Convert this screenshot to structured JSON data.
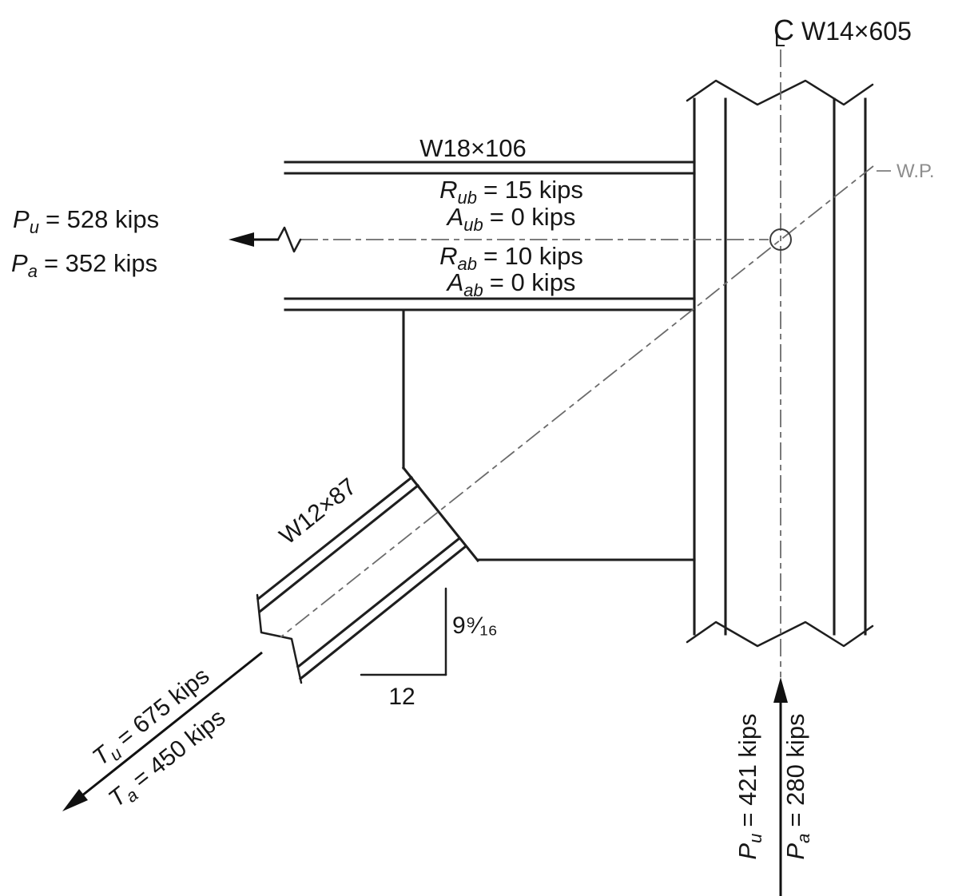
{
  "column": {
    "cl_c": "C",
    "cl_l": "L",
    "size": "W14×605"
  },
  "wp": {
    "label": "W.P."
  },
  "beam": {
    "size": "W18×106",
    "forces": [
      {
        "sym": "R",
        "sub": "ub",
        "rest": "= 15 kips"
      },
      {
        "sym": "A",
        "sub": "ub",
        "rest": "= 0 kips"
      },
      {
        "sym": "R",
        "sub": "ab",
        "rest": "= 10 kips"
      },
      {
        "sym": "A",
        "sub": "ab",
        "rest": "= 0 kips"
      }
    ]
  },
  "beam_axial": {
    "top": {
      "sym": "P",
      "sub": "u",
      "rest": "= 528 kips"
    },
    "bottom": {
      "sym": "P",
      "sub": "a",
      "rest": "= 352 kips"
    }
  },
  "brace": {
    "size": "W12×87",
    "tension_top": {
      "sym": "T",
      "sub": "u",
      "rest": "= 675 kips"
    },
    "tension_bottom": {
      "sym": "T",
      "sub": "a",
      "rest": "= 450 kips"
    },
    "slope": {
      "rise": "9⁹⁄₁₆",
      "run": "12"
    }
  },
  "column_axial": {
    "left": {
      "sym": "P",
      "sub": "u",
      "rest": "= 421 kips"
    },
    "right": {
      "sym": "P",
      "sub": "a",
      "rest": "= 280 kips"
    }
  }
}
